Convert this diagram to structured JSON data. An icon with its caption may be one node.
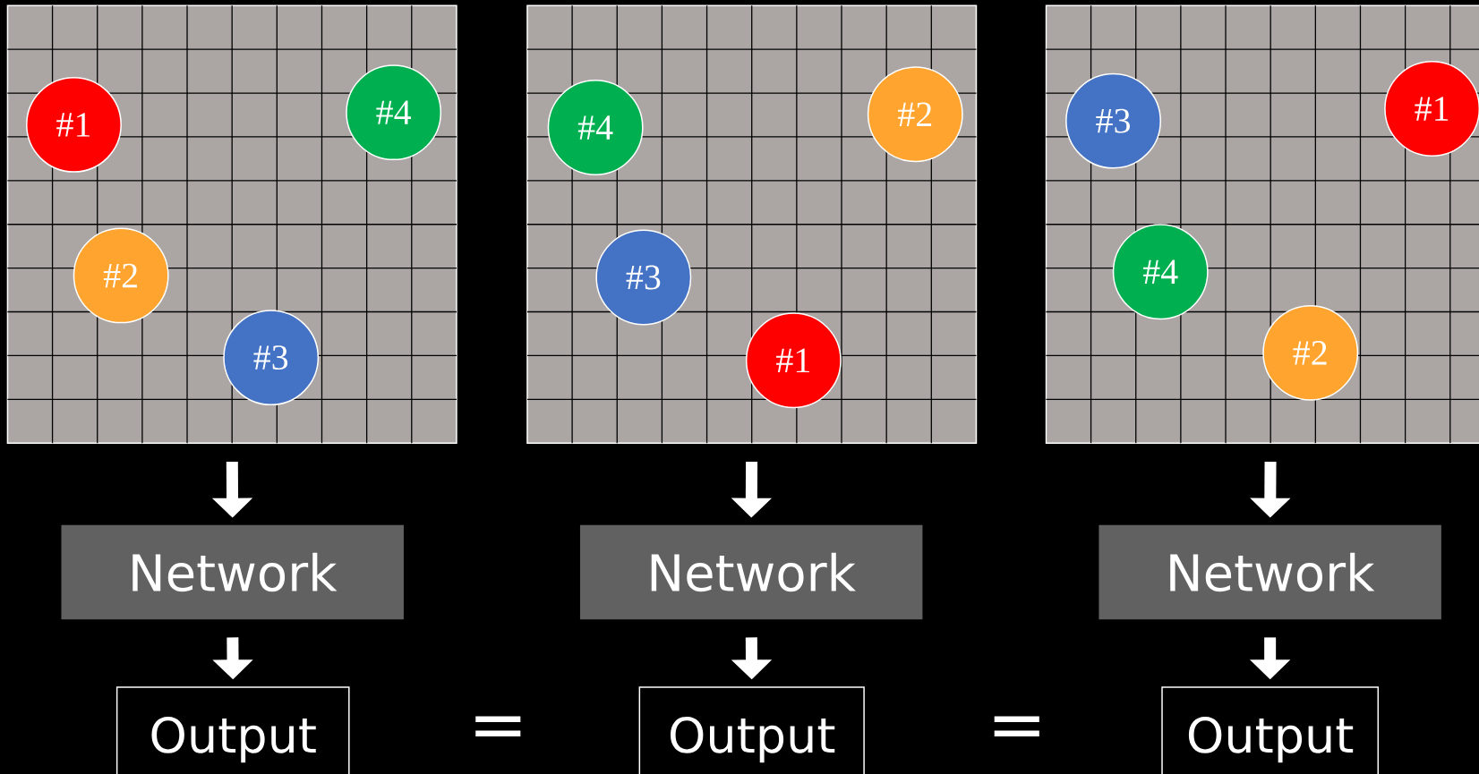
{
  "diagram": {
    "nodes": [
      {
        "text": [],
        "shape": "box"
      },
      {
        "text": [
          "#1"
        ],
        "in": 0
      },
      {
        "text": [
          "#4"
        ],
        "in": 0
      },
      {
        "text": [
          "#2"
        ],
        "in": 0
      },
      {
        "text": [
          "#3"
        ],
        "in": 0
      },
      {
        "text": [],
        "shape": "box"
      },
      {
        "text": [
          "#4"
        ],
        "in": 5
      },
      {
        "text": [
          "#2"
        ],
        "in": 5
      },
      {
        "text": [
          "#3"
        ],
        "in": 5
      },
      {
        "text": [
          "#1"
        ],
        "in": 5
      },
      {
        "text": [],
        "shape": "box"
      },
      {
        "text": [
          "#3"
        ],
        "in": 10
      },
      {
        "text": [
          "#1"
        ],
        "in": 10
      },
      {
        "text": [
          "#4"
        ],
        "in": 10
      },
      {
        "text": [
          "#2"
        ],
        "in": 10
      },
      {
        "text": [
          "Network"
        ]
      },
      {
        "text": [
          "Network"
        ]
      },
      {
        "text": [
          "Network"
        ]
      },
      {
        "text": [
          "Output"
        ]
      },
      {
        "text": [
          "Output"
        ]
      },
      {
        "text": [
          "Output"
        ]
      }
    ],
    "edges": [
      {
        "from": 0,
        "to": 15,
        "arrow": "to"
      },
      {
        "from": 15,
        "to": 18,
        "arrow": "to"
      },
      {
        "from": 5,
        "to": 16,
        "arrow": "to"
      },
      {
        "from": 16,
        "to": 19,
        "arrow": "to"
      },
      {
        "from": 10,
        "to": 17,
        "arrow": "to"
      },
      {
        "from": 17,
        "to": 20,
        "arrow": "to"
      }
    ],
    "labels": [
      "=",
      "="
    ]
  }
}
